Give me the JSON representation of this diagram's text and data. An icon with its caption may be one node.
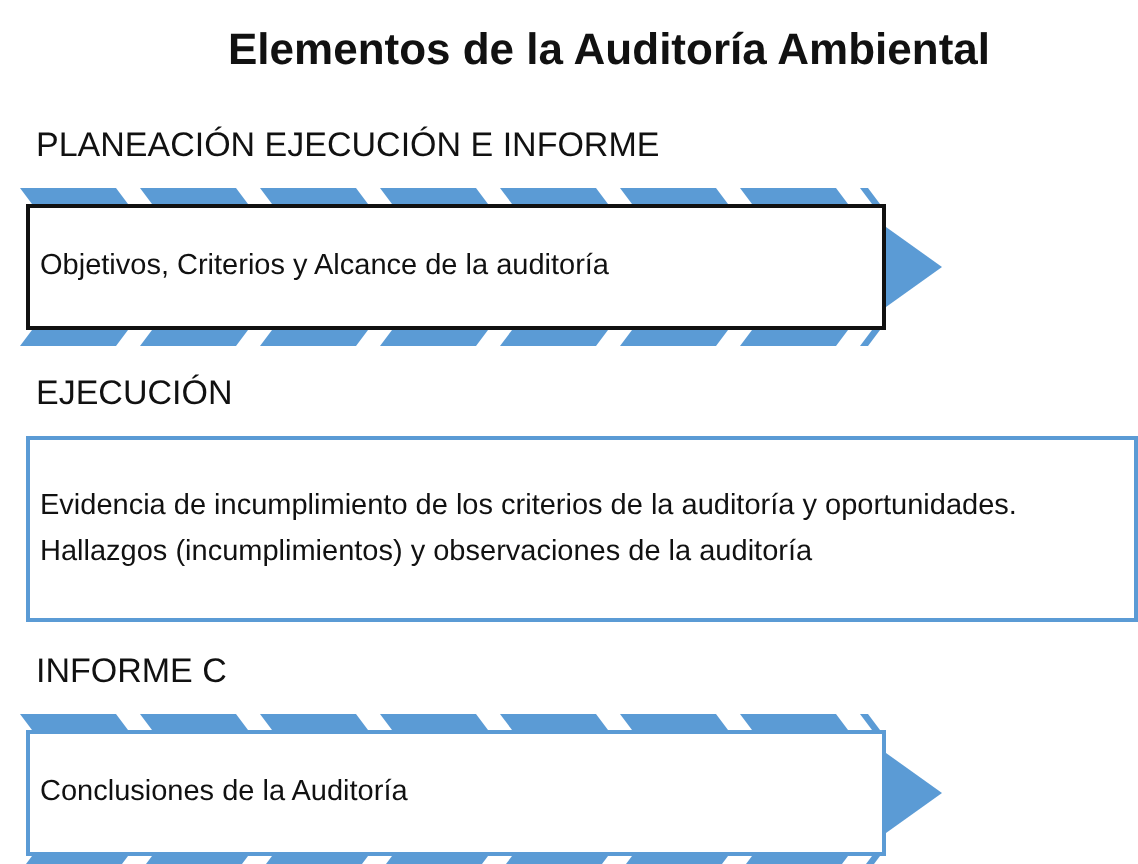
{
  "diagram": {
    "title": "Elementos de la Auditoría Ambiental",
    "nodes": [
      {
        "text": [
          "PLANEACIÓN EJECUCIÓN E INFORME",
          "Objetivos, Criterios y Alcance de la auditoría"
        ]
      },
      {
        "text": [
          "EJECUCIÓN",
          "Evidencia de incumplimiento de los criterios de la auditoría y oportunidades.",
          "Hallazgos (incumplimientos) y observaciones de la auditoría"
        ]
      },
      {
        "text": [
          "INFORME C",
          "Conclusiones de la Auditoría"
        ]
      }
    ]
  }
}
